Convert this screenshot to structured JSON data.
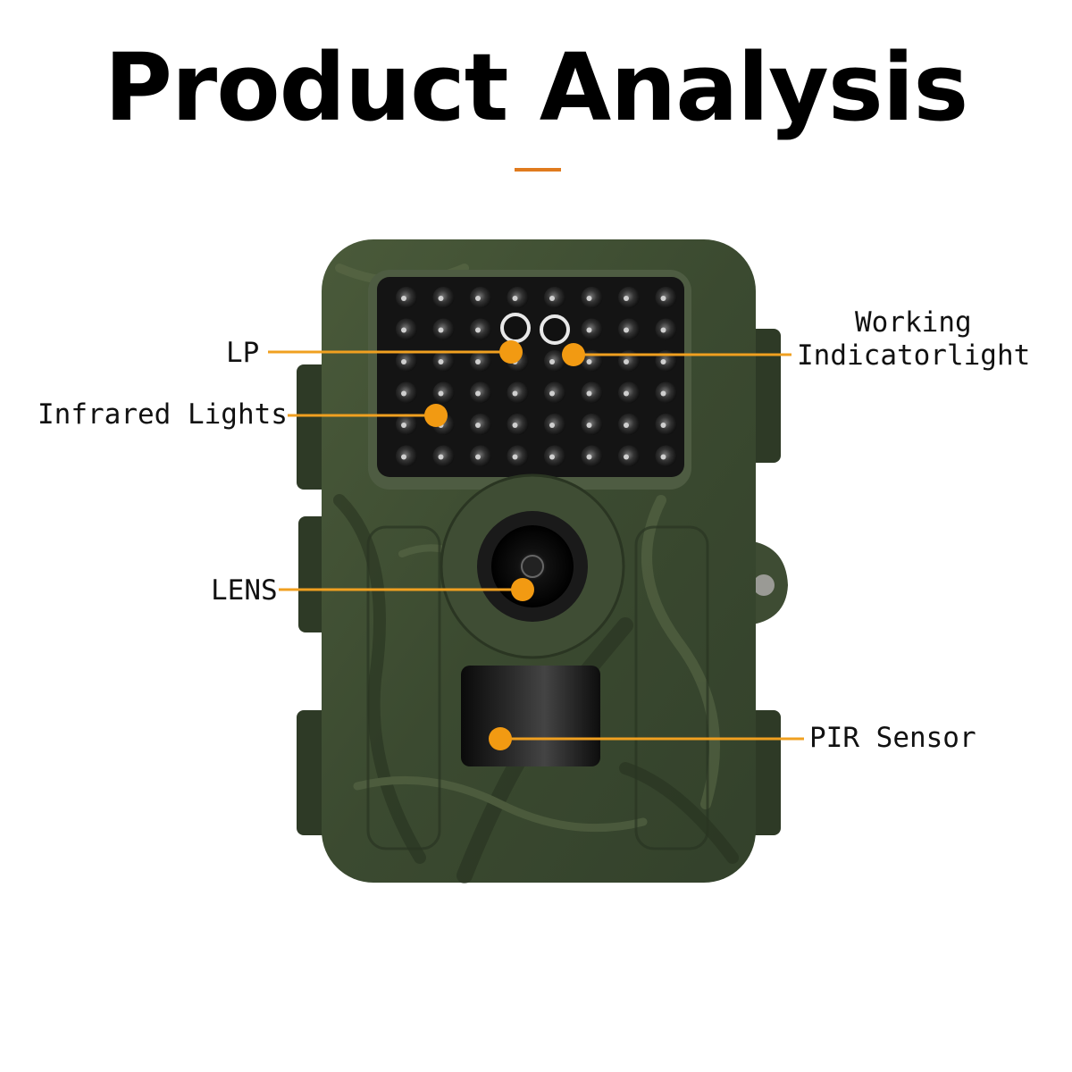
{
  "title": "Product Analysis",
  "colors": {
    "accent": "#E07B1E",
    "callout_dot": "#F29A12",
    "callout_line": "#F0A020",
    "camo_base": "#3B4A30",
    "camo_dark": "#26311F",
    "camo_light": "#5C6B49"
  },
  "callouts": {
    "lp": "LP",
    "infrared": "Infrared Lights",
    "lens": "LENS",
    "working_line1": "Working",
    "working_line2": "Indicatorlight",
    "pir": "PIR Sensor"
  }
}
